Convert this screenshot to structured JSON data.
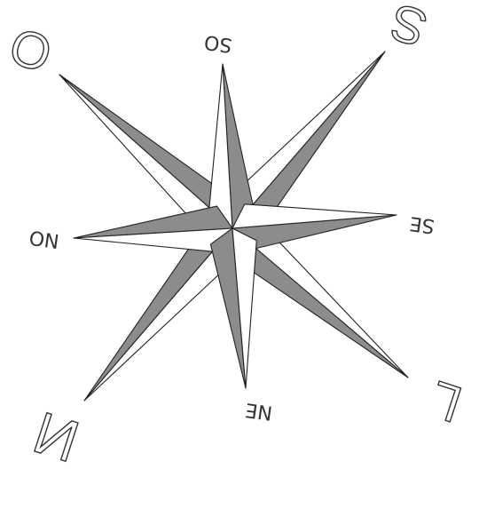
{
  "compass": {
    "colors": {
      "dark_face": "#8c8c8c",
      "light_face": "#ffffff",
      "outline": "#222222"
    },
    "labels": {
      "north": "N",
      "south": "S",
      "east": "L",
      "west": "O",
      "northeast": "NE",
      "southeast": "SE",
      "southwest": "SO",
      "northwest": "NO"
    }
  }
}
